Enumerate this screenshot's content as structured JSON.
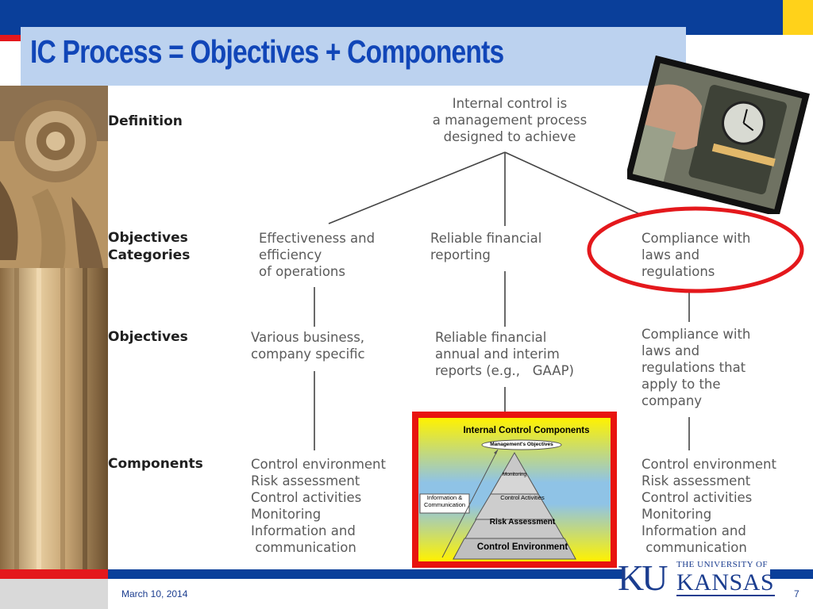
{
  "slide": {
    "title": "IC Process = Objectives + Components",
    "date": "March 10, 2014",
    "page_number": "7"
  },
  "logo": {
    "line1": "THE UNIVERSITY OF",
    "ku": "KU",
    "name": "KANSAS"
  },
  "diagram": {
    "definition_label": "Definition",
    "definition_text": "Internal control is\na management process\ndesigned to achieve",
    "objectives_categories_label": "Objectives\nCategories",
    "objectives_label": "Objectives",
    "components_label": "Components",
    "categories": [
      "Effectiveness and\nefficiency\nof operations",
      "Reliable financial\nreporting",
      "Compliance with\nlaws and\nregulations"
    ],
    "objectives": [
      "Various business,\ncompany specific",
      "Reliable financial\nannual and interim\nreports (e.g.,   GAAP)",
      "Compliance with\nlaws and\nregulations that\napply to the\ncompany"
    ],
    "components_left": "Control environment\nRisk assessment\nControl activities\nMonitoring\nInformation and\n communication",
    "components_right": "Control environment\nRisk assessment\nControl activities\nMonitoring\nInformation and\n communication"
  },
  "ic_graphic": {
    "title": "Internal Control Components",
    "top_label": "Management's Objectives",
    "side_label": "Information &\nCommunication",
    "levels": [
      "Monitoring",
      "Control Activities",
      "Risk Assessment",
      "Control Environment"
    ]
  },
  "colors": {
    "title_blue": "#1146b8",
    "bar_blue": "#0a3f9a",
    "accent_red": "#e4181c",
    "accent_yellow": "#ffd21a"
  }
}
